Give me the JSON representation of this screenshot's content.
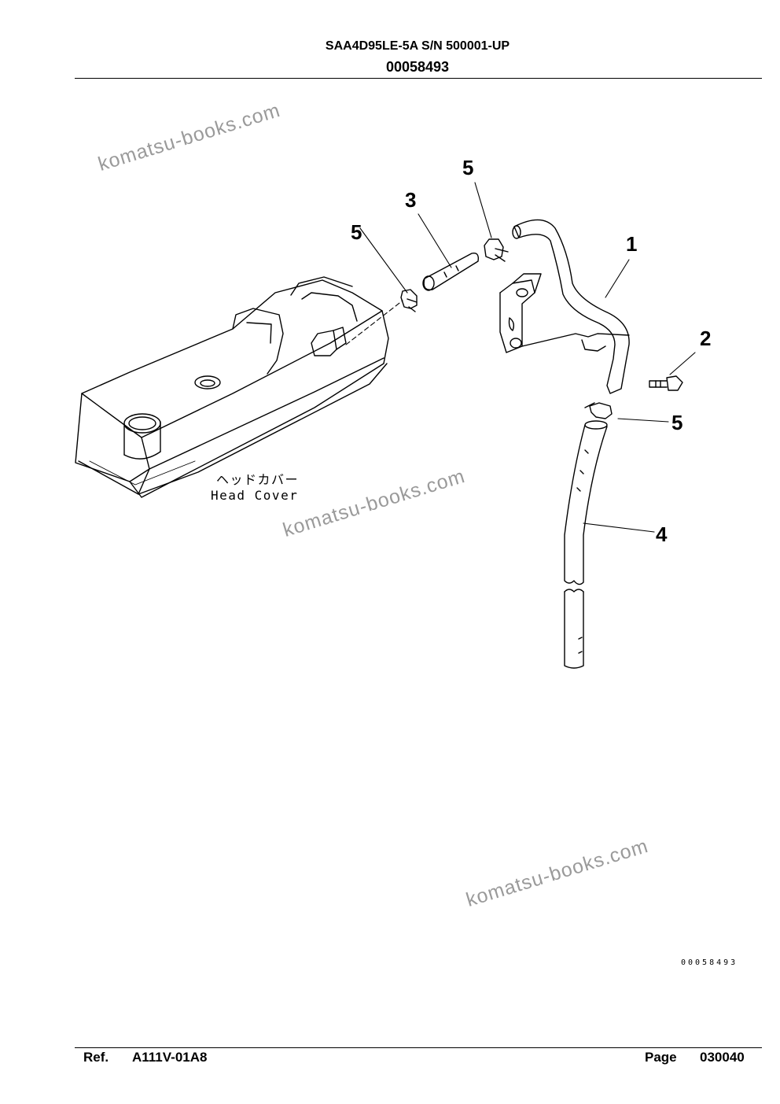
{
  "header": {
    "model": "SAA4D95LE-5A S/N 500001-UP",
    "drawing_no": "00058493"
  },
  "watermark": "komatsu-books.com",
  "callouts": [
    "5",
    "3",
    "5",
    "1",
    "2",
    "5",
    "4"
  ],
  "head_cover_label": {
    "japanese": "ヘッドカバー",
    "english": "Head Cover"
  },
  "drawing_id": "00058493",
  "footer": {
    "ref_label": "Ref.",
    "ref_value": "A111V-01A8",
    "page_label": "Page",
    "page_value": "030040"
  }
}
